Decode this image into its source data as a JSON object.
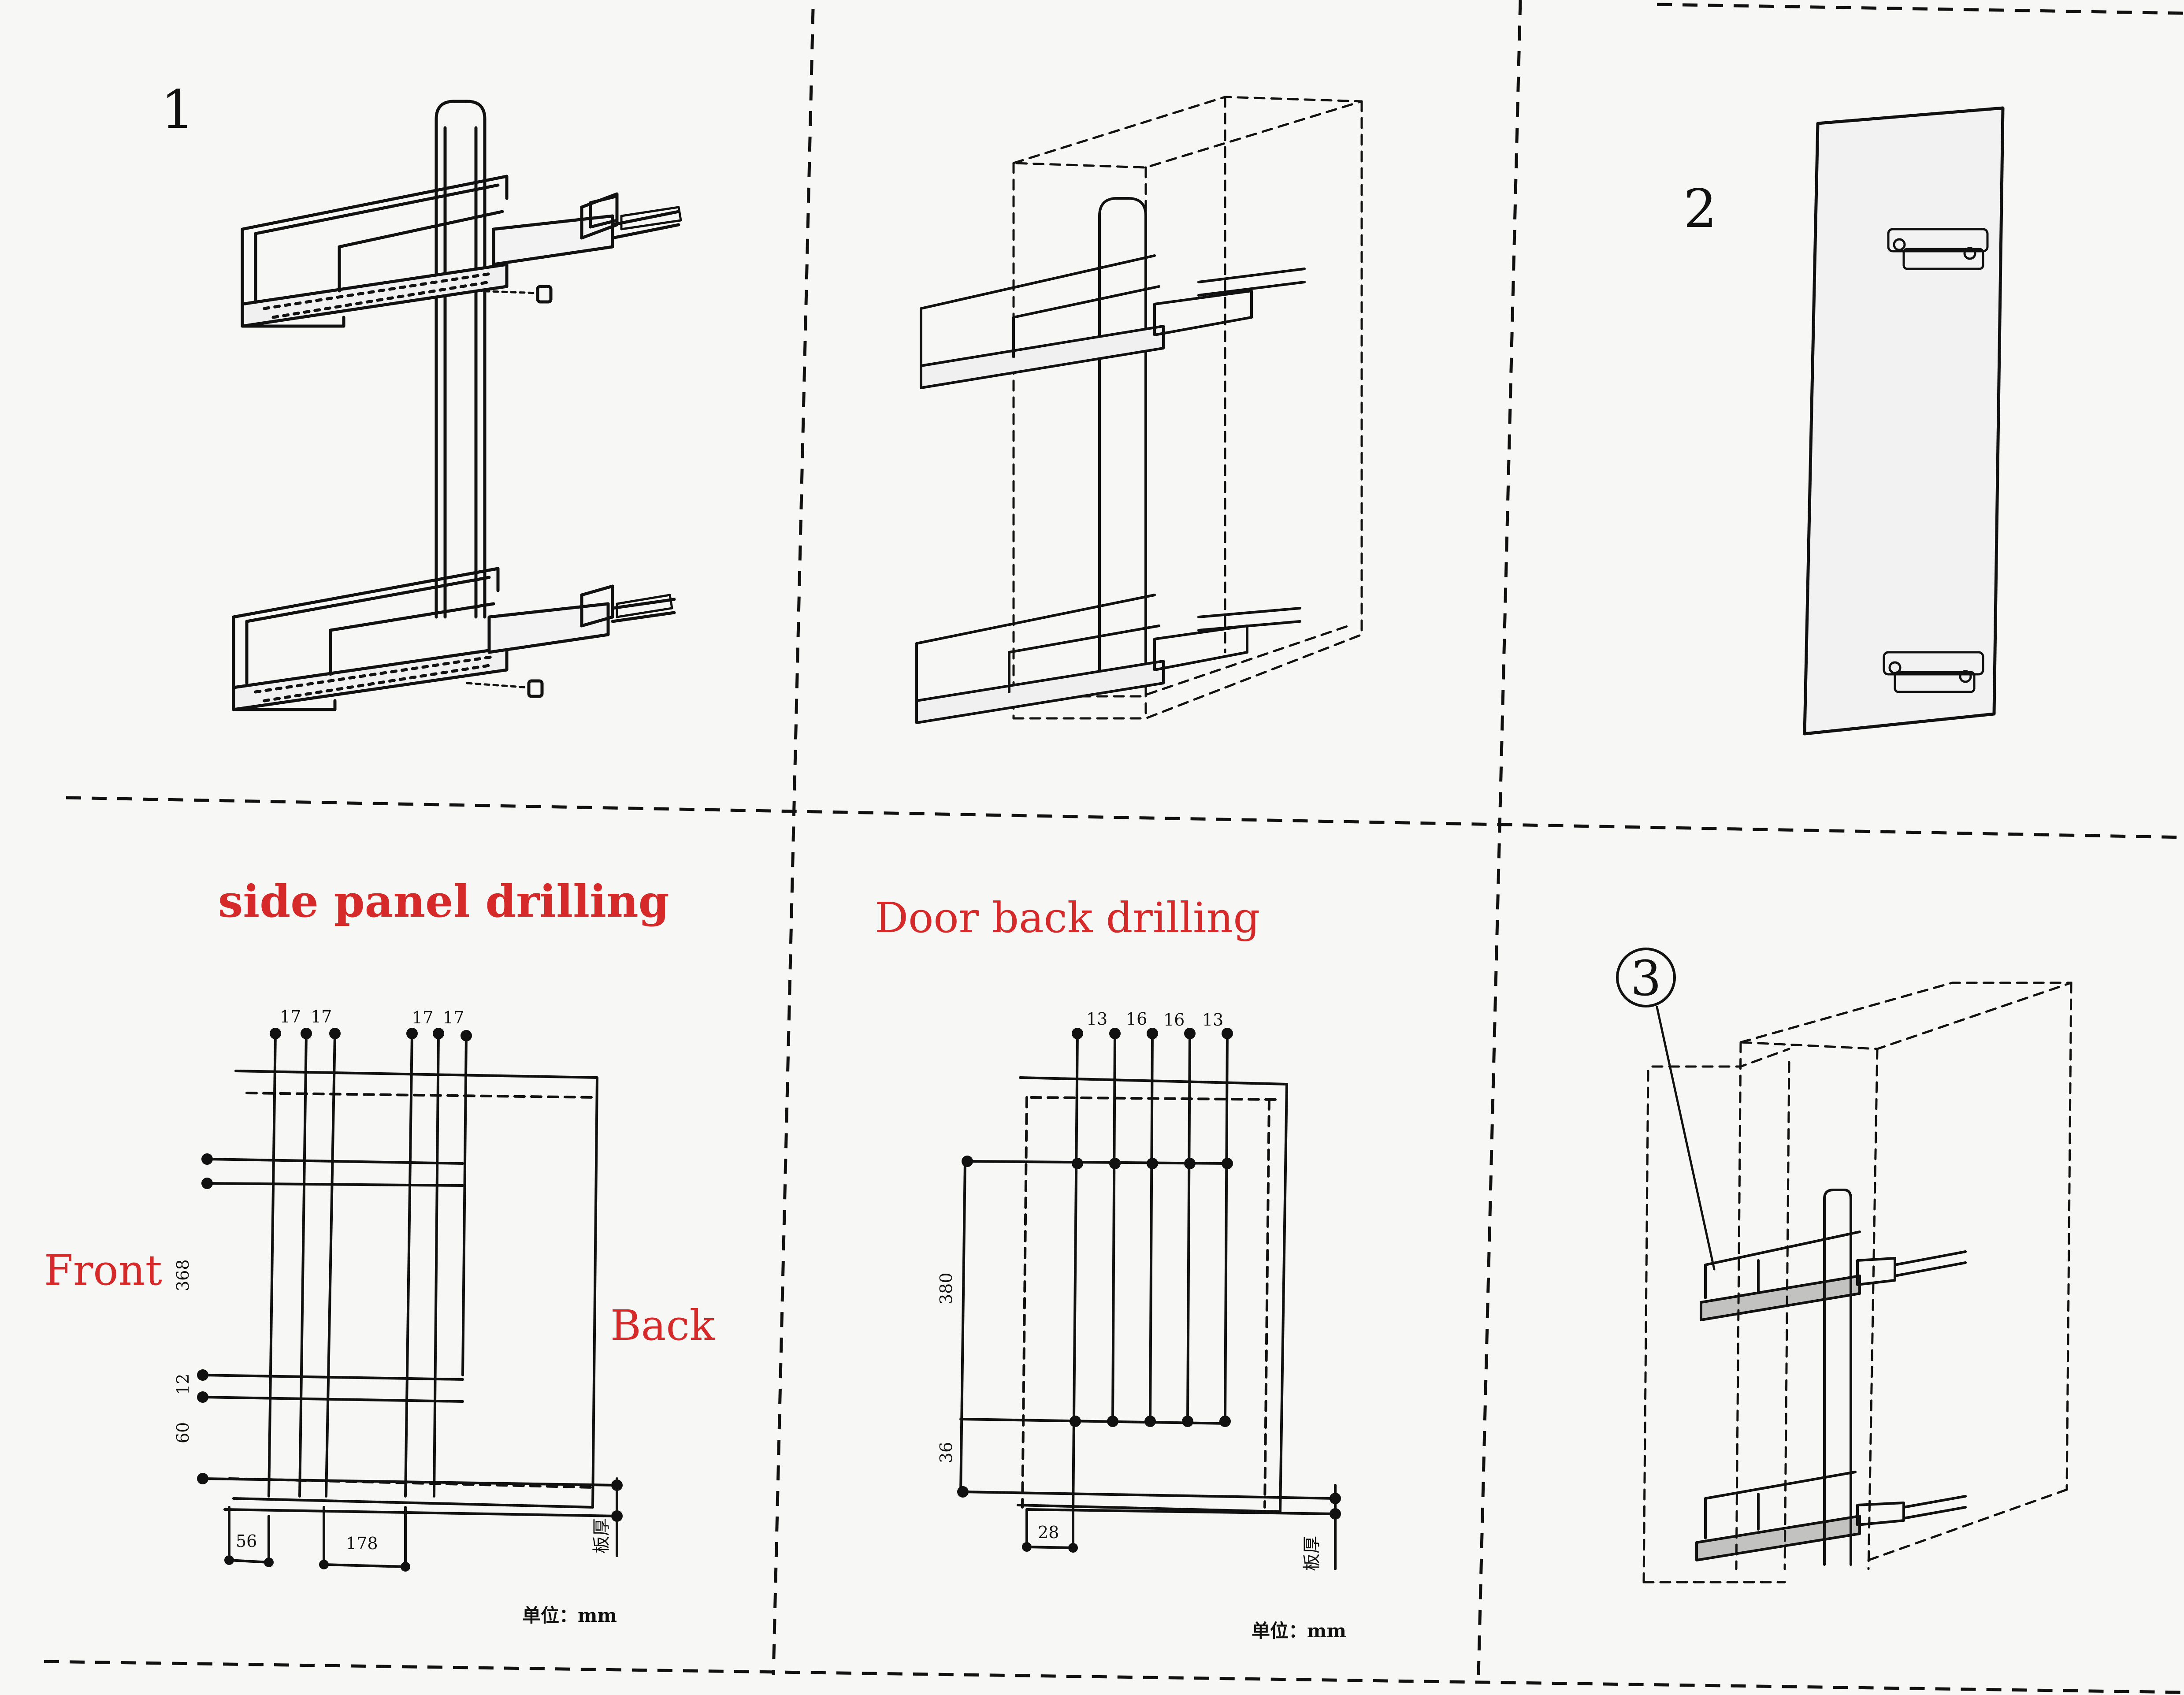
{
  "steps": {
    "step1": "1",
    "step2": "2",
    "step3": "3"
  },
  "headings": {
    "side_panel": "side panel drilling",
    "door_back": "Door back drilling"
  },
  "orientation": {
    "front": "Front",
    "back": "Back"
  },
  "side_panel_dims": {
    "top_spacing": [
      "17",
      "17",
      "17",
      "17"
    ],
    "left_vertical": [
      "368",
      "12",
      "60"
    ],
    "bottom": [
      "56",
      "178"
    ],
    "thickness_label": "板厚",
    "unit": "单位：mm"
  },
  "door_back_dims": {
    "top_spacing": [
      "13",
      "16",
      "16",
      "13"
    ],
    "left_vertical": [
      "380",
      "36"
    ],
    "bottom": [
      "28"
    ],
    "thickness_label": "板厚",
    "unit": "单位：mm"
  },
  "colors": {
    "heading_red": "#d62a2a",
    "ink": "#111111",
    "paper": "#f7f7f5"
  }
}
